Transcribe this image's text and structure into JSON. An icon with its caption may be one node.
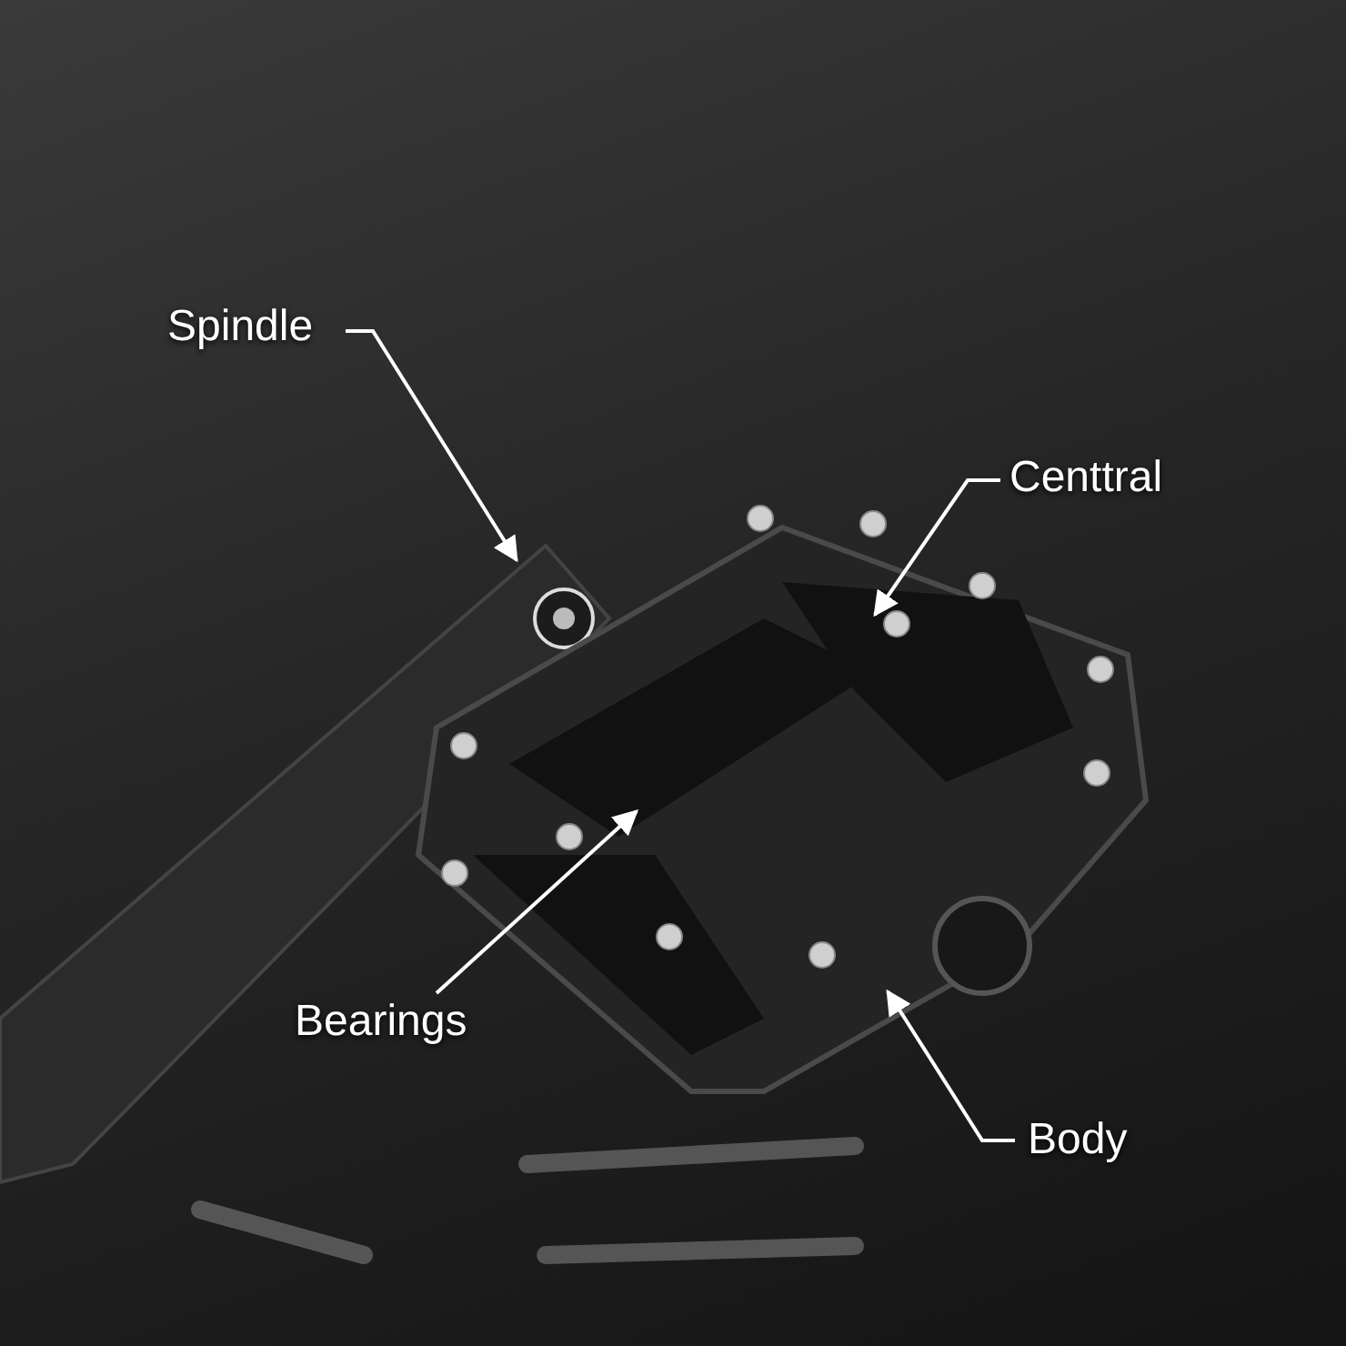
{
  "diagram": {
    "nodes": [
      {
        "text": [
          "Spindle"
        ]
      },
      {
        "text": [
          "Centtral"
        ]
      },
      {
        "text": [
          "Bearings"
        ]
      },
      {
        "text": [
          "Body"
        ]
      }
    ],
    "edges": [
      {
        "from": 0,
        "to": null,
        "arrow": "to"
      },
      {
        "from": 1,
        "to": null,
        "arrow": "to"
      },
      {
        "from": 2,
        "to": null,
        "arrow": "to"
      },
      {
        "from": 3,
        "to": null,
        "arrow": "to"
      }
    ]
  }
}
